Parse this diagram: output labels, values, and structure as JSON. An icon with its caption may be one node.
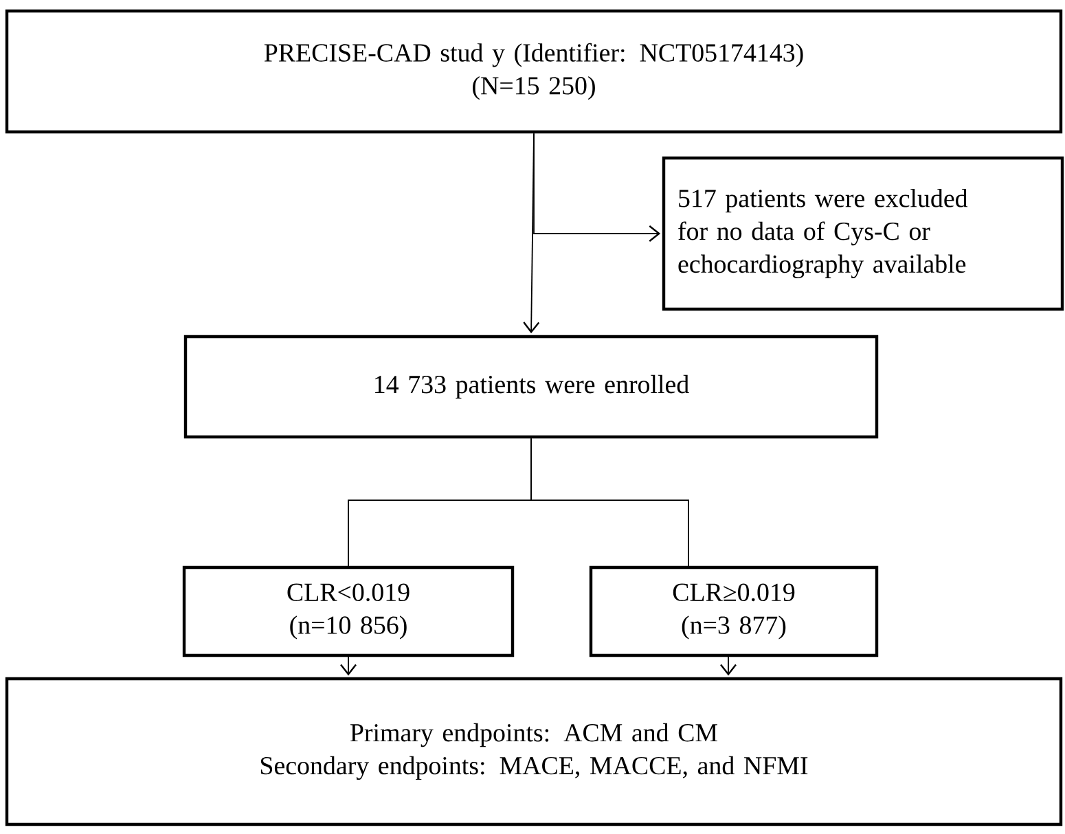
{
  "diagram": {
    "nodes": [
      {
        "text": [
          "PRECISE-CAD stud y (Identifier: NCT05174143)",
          "(N=15 250)"
        ]
      },
      {
        "text": [
          "517 patients were excluded for no data of Cys-C or echocardiography  available"
        ]
      },
      {
        "text": [
          "14 733 patients were enrolled"
        ]
      },
      {
        "text": [
          "CLR<0.019",
          "(n=10 856)"
        ]
      },
      {
        "text": [
          "CLR≥0.019",
          "(n=3 877)"
        ]
      },
      {
        "text": [
          "Primary endpoints: ACM and CM",
          "Secondary endpoints: MACE, MACCE, and NFMI"
        ]
      }
    ],
    "edges": [
      {
        "from": 0,
        "to": 2,
        "arrow": "to"
      },
      {
        "from": 0,
        "to": 1,
        "arrow": "to"
      },
      {
        "from": 2,
        "to": 3,
        "arrow": "none"
      },
      {
        "from": 2,
        "to": 4,
        "arrow": "none"
      },
      {
        "from": 3,
        "to": 5,
        "arrow": "to"
      },
      {
        "from": 4,
        "to": 5,
        "arrow": "to"
      }
    ]
  }
}
